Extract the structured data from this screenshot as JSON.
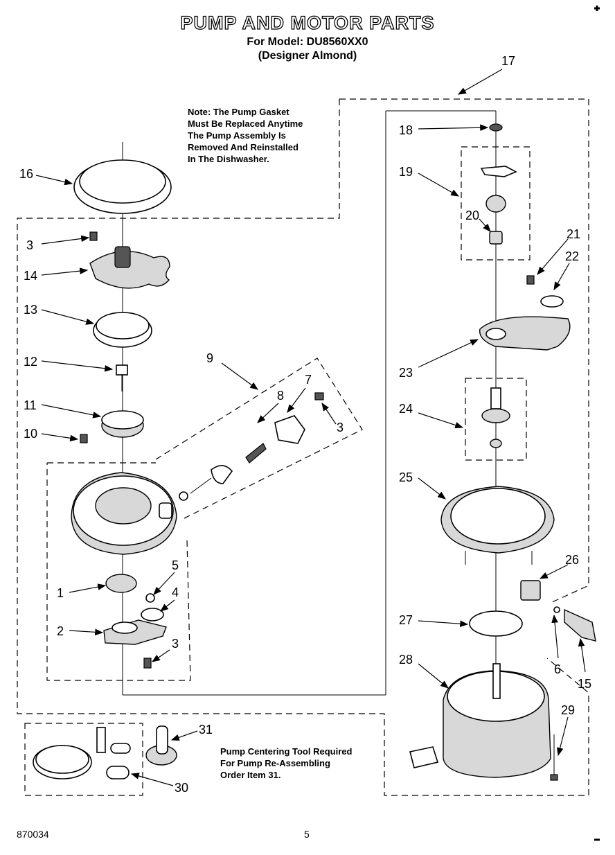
{
  "header": {
    "title": "PUMP AND MOTOR PARTS",
    "model": "For Model: DU8560XX0",
    "variant": "(Designer Almond)"
  },
  "notes": {
    "gasket": "Note: The Pump Gasket\nMust Be Replaced Anytime\nThe Pump Assembly Is\nRemoved And Reinstalled\nIn The Dishwasher.",
    "tool": "Pump Centering Tool Required\nFor Pump Re-Assembling\nOrder Item 31."
  },
  "footer": {
    "doc_number": "870034",
    "page": "5"
  },
  "callouts": {
    "c1": "1",
    "c2": "2",
    "c3a": "3",
    "c3b": "3",
    "c3c": "3",
    "c4": "4",
    "c5": "5",
    "c6": "6",
    "c7": "7",
    "c8": "8",
    "c9": "9",
    "c10": "10",
    "c11": "11",
    "c12": "12",
    "c13": "13",
    "c14": "14",
    "c15": "15",
    "c16": "16",
    "c17": "17",
    "c18": "18",
    "c19": "19",
    "c20": "20",
    "c21": "21",
    "c22": "22",
    "c23": "23",
    "c24": "24",
    "c25": "25",
    "c26": "26",
    "c27": "27",
    "c28": "28",
    "c29": "29",
    "c30": "30",
    "c31": "31"
  }
}
